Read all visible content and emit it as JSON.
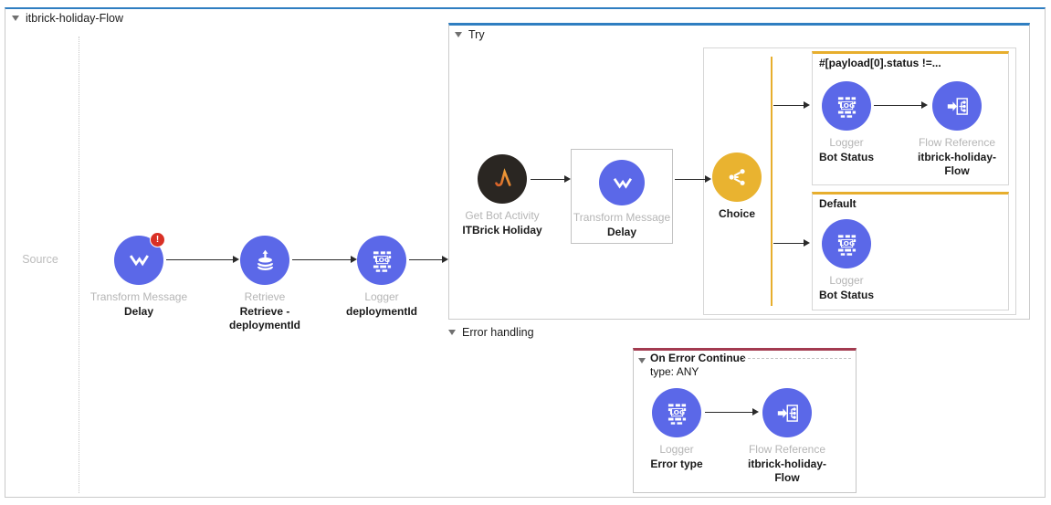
{
  "flow": {
    "title": "itbrick-holiday-Flow",
    "source_label": "Source"
  },
  "main_flow": {
    "transform": {
      "type": "Transform Message",
      "name": "Delay",
      "badge": "!"
    },
    "retrieve": {
      "type": "Retrieve",
      "name": "Retrieve - deploymentId"
    },
    "logger": {
      "type": "Logger",
      "name": "deploymentId"
    }
  },
  "try_scope": {
    "label": "Try",
    "bot_activity": {
      "type": "Get Bot Activity",
      "name": "ITBrick Holiday"
    },
    "transform": {
      "type": "Transform Message",
      "name": "Delay"
    },
    "choice": {
      "name": "Choice"
    },
    "branch_when": {
      "condition": "#[payload[0].status !=...",
      "logger": {
        "type": "Logger",
        "name": "Bot Status"
      },
      "flow_ref": {
        "type": "Flow Reference",
        "name": "itbrick-holiday-Flow"
      }
    },
    "branch_default": {
      "label": "Default",
      "logger": {
        "type": "Logger",
        "name": "Bot Status"
      }
    }
  },
  "error_handling": {
    "label": "Error handling",
    "on_error": {
      "title": "On Error Continue",
      "subtitle": "type: ANY",
      "logger": {
        "type": "Logger",
        "name": "Error type"
      },
      "flow_ref": {
        "type": "Flow Reference",
        "name": "itbrick-holiday-Flow"
      }
    }
  },
  "colors": {
    "component_blue": "#5b68e8",
    "choice_yellow": "#e9b330",
    "branch_border_yellow": "#e7ae2d",
    "try_border_blue": "#2f7ec1",
    "error_border_red": "#a33b50",
    "badge_red": "#d93025",
    "bot_circle_dark": "#2a2622"
  }
}
